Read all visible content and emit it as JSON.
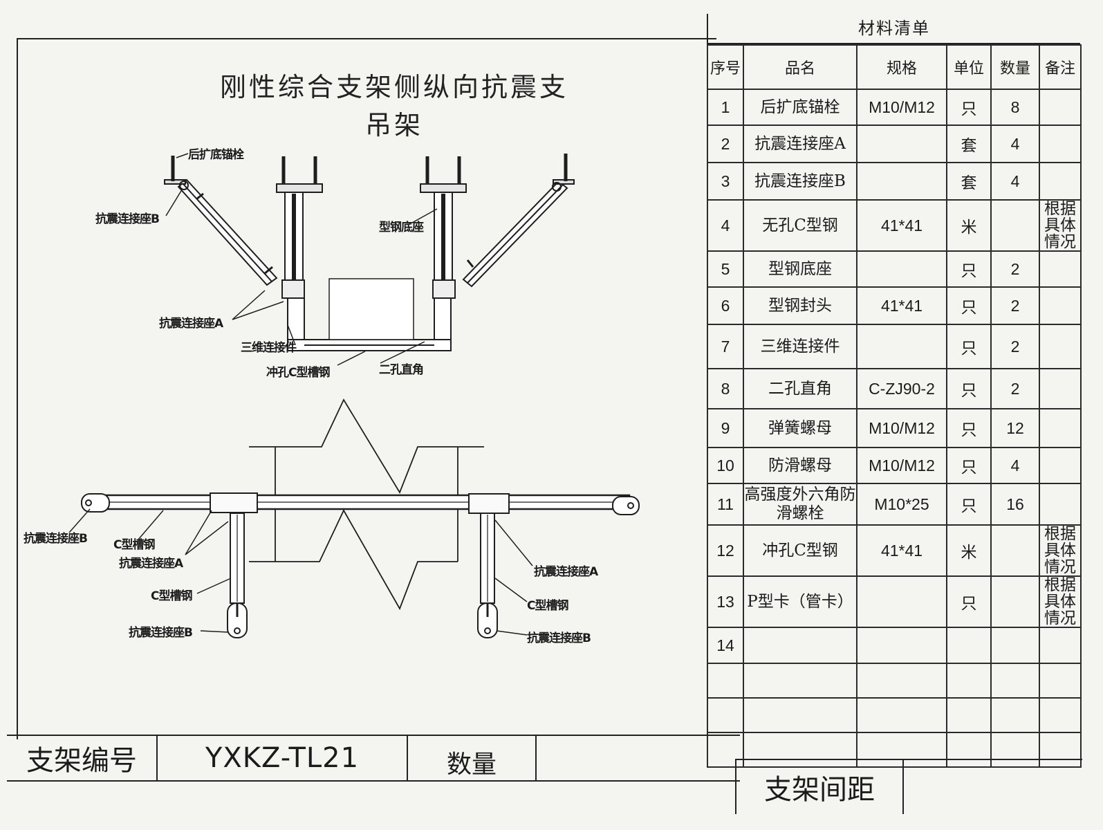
{
  "drawing": {
    "title": "刚性综合支架侧纵向抗震支吊架",
    "front_labels": {
      "anchor": "后扩底锚栓",
      "seat_b_left": "抗震连接座B",
      "base": "型钢底座",
      "seat_a": "抗震连接座A",
      "connector_3d": "三维连接件",
      "channel_punched": "冲孔C型槽钢",
      "right_angle": "二孔直角"
    },
    "plan_labels": {
      "seat_b_left": "抗震连接座B",
      "c_channel_1": "C型槽钢",
      "seat_a_left": "抗震连接座A",
      "c_channel_2": "C型槽钢",
      "seat_b_bottom_left": "抗震连接座B",
      "seat_a_right": "抗震连接座A",
      "c_channel_right": "C型槽钢",
      "seat_b_bottom_right": "抗震连接座B"
    }
  },
  "bom": {
    "title": "材料清单",
    "headers": [
      "序号",
      "品名",
      "规格",
      "单位",
      "数量",
      "备注"
    ],
    "rows": [
      {
        "no": "1",
        "name": "后扩底锚栓",
        "spec": "M10/M12",
        "unit": "只",
        "qty": "8",
        "note": ""
      },
      {
        "no": "2",
        "name": "抗震连接座A",
        "spec": "",
        "unit": "套",
        "qty": "4",
        "note": ""
      },
      {
        "no": "3",
        "name": "抗震连接座B",
        "spec": "",
        "unit": "套",
        "qty": "4",
        "note": ""
      },
      {
        "no": "4",
        "name": "无孔C型钢",
        "spec": "41*41",
        "unit": "米",
        "qty": "",
        "note": "根据具体情况"
      },
      {
        "no": "5",
        "name": "型钢底座",
        "spec": "",
        "unit": "只",
        "qty": "2",
        "note": ""
      },
      {
        "no": "6",
        "name": "型钢封头",
        "spec": "41*41",
        "unit": "只",
        "qty": "2",
        "note": ""
      },
      {
        "no": "7",
        "name": "三维连接件",
        "spec": "",
        "unit": "只",
        "qty": "2",
        "note": ""
      },
      {
        "no": "8",
        "name": "二孔直角",
        "spec": "C-ZJ90-2",
        "unit": "只",
        "qty": "2",
        "note": ""
      },
      {
        "no": "9",
        "name": "弹簧螺母",
        "spec": "M10/M12",
        "unit": "只",
        "qty": "12",
        "note": ""
      },
      {
        "no": "10",
        "name": "防滑螺母",
        "spec": "M10/M12",
        "unit": "只",
        "qty": "4",
        "note": ""
      },
      {
        "no": "11",
        "name": "高强度外六角防滑螺栓",
        "spec": "M10*25",
        "unit": "只",
        "qty": "16",
        "note": ""
      },
      {
        "no": "12",
        "name": "冲孔C型钢",
        "spec": "41*41",
        "unit": "米",
        "qty": "",
        "note": "根据具体情况"
      },
      {
        "no": "13",
        "name": "P型卡（管卡）",
        "spec": "",
        "unit": "只",
        "qty": "",
        "note": "根据具体情况"
      },
      {
        "no": "14",
        "name": "",
        "spec": "",
        "unit": "",
        "qty": "",
        "note": ""
      },
      {
        "no": "",
        "name": "",
        "spec": "",
        "unit": "",
        "qty": "",
        "note": ""
      },
      {
        "no": "",
        "name": "",
        "spec": "",
        "unit": "",
        "qty": "",
        "note": ""
      },
      {
        "no": "",
        "name": "",
        "spec": "",
        "unit": "",
        "qty": "",
        "note": ""
      }
    ]
  },
  "title_block": {
    "code_label": "支架编号",
    "code_value": "YXKZ-TL21",
    "qty_label": "数量",
    "qty_value": "",
    "spacing_label": "支架间距",
    "spacing_value": ""
  }
}
